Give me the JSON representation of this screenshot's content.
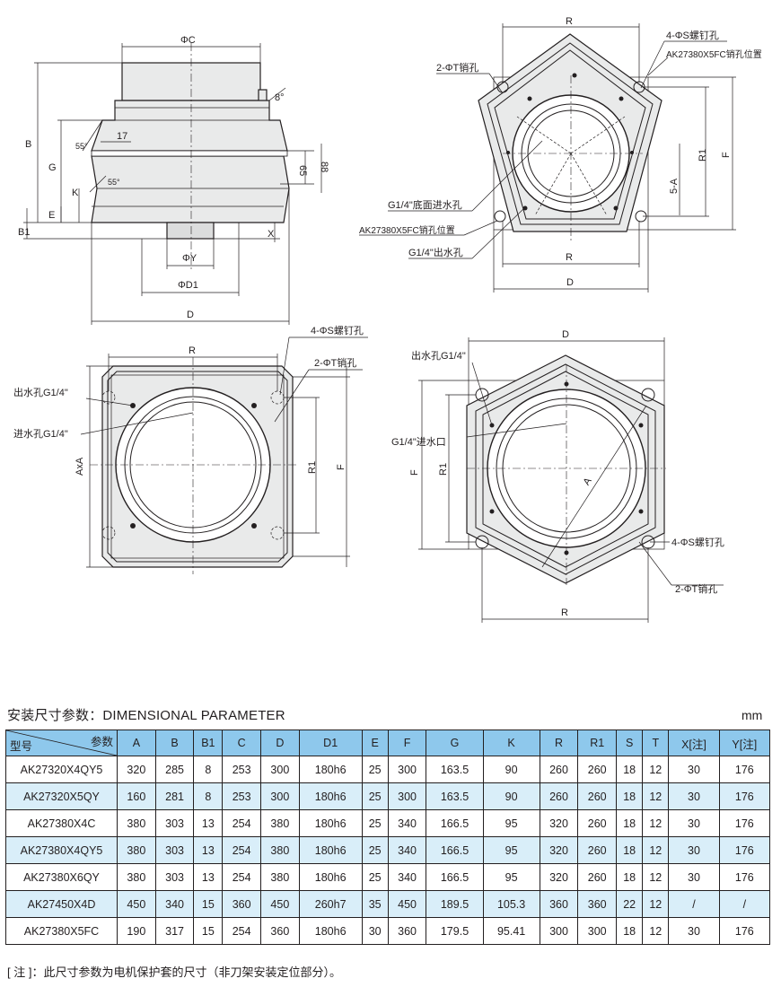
{
  "drawing_labels": {
    "side": {
      "phiC": "ΦC",
      "B": "B",
      "G": "G",
      "K": "K",
      "E": "E",
      "B1": "B1",
      "X": "X",
      "phiY": "ΦY",
      "phiD1": "ΦD1",
      "D": "D",
      "ang8": "8°",
      "ang55a": "55°",
      "ang55b": "55°",
      "d17": "17",
      "d65": "65",
      "d88": "88"
    },
    "pentagon": {
      "R_top": "R",
      "bolt": "4-ΦS螺钉孔",
      "pin_note": "AK27380X5FC销孔位置",
      "pin": "2-ΦT销孔",
      "R1": "R1",
      "F": "F",
      "fiveA": "5-A",
      "inlet": "G1/4\"底面进水孔",
      "pin_note2": "AK27380X5FC销孔位置",
      "outlet": "G1/4\"出水孔",
      "R_bottom": "R",
      "D": "D"
    },
    "square": {
      "R": "R",
      "bolt": "4-ΦS螺钉孔",
      "pin": "2-ΦT销孔",
      "outlet": "出水孔G1/4\"",
      "inlet": "进水孔G1/4\"",
      "AxA": "AxA",
      "R1": "R1",
      "F": "F"
    },
    "hexagon": {
      "D": "D",
      "outlet": "出水孔G1/4\"",
      "inlet": "G1/4\"进水口",
      "F": "F",
      "R1": "R1",
      "A": "A",
      "bolt": "4-ΦS螺钉孔",
      "pin": "2-ΦT销孔",
      "R": "R"
    }
  },
  "table": {
    "title": "安装尺寸参数：DIMENSIONAL PARAMETER",
    "unit": "mm",
    "corner_row_label": "型号",
    "corner_col_label": "参数",
    "headers": [
      "A",
      "B",
      "B1",
      "C",
      "D",
      "D1",
      "E",
      "F",
      "G",
      "K",
      "R",
      "R1",
      "S",
      "T",
      "X[注]",
      "Y[注]"
    ],
    "rows": [
      {
        "model": "AK27320X4QY5",
        "values": [
          "320",
          "285",
          "8",
          "253",
          "300",
          "180h6",
          "25",
          "300",
          "163.5",
          "90",
          "260",
          "260",
          "18",
          "12",
          "30",
          "176"
        ]
      },
      {
        "model": "AK27320X5QY",
        "values": [
          "160",
          "281",
          "8",
          "253",
          "300",
          "180h6",
          "25",
          "300",
          "163.5",
          "90",
          "260",
          "260",
          "18",
          "12",
          "30",
          "176"
        ]
      },
      {
        "model": "AK27380X4C",
        "values": [
          "380",
          "303",
          "13",
          "254",
          "380",
          "180h6",
          "25",
          "340",
          "166.5",
          "95",
          "320",
          "260",
          "18",
          "12",
          "30",
          "176"
        ]
      },
      {
        "model": "AK27380X4QY5",
        "values": [
          "380",
          "303",
          "13",
          "254",
          "380",
          "180h6",
          "25",
          "340",
          "166.5",
          "95",
          "320",
          "260",
          "18",
          "12",
          "30",
          "176"
        ]
      },
      {
        "model": "AK27380X6QY",
        "values": [
          "380",
          "303",
          "13",
          "254",
          "380",
          "180h6",
          "25",
          "340",
          "166.5",
          "95",
          "320",
          "260",
          "18",
          "12",
          "30",
          "176"
        ]
      },
      {
        "model": "AK27450X4D",
        "values": [
          "450",
          "340",
          "15",
          "360",
          "450",
          "260h7",
          "35",
          "450",
          "189.5",
          "105.3",
          "360",
          "360",
          "22",
          "12",
          "/",
          "/"
        ]
      },
      {
        "model": "AK27380X5FC",
        "values": [
          "190",
          "317",
          "15",
          "254",
          "360",
          "180h6",
          "30",
          "360",
          "179.5",
          "95.41",
          "300",
          "300",
          "18",
          "12",
          "30",
          "176"
        ]
      }
    ],
    "footnote": "[ 注 ]：此尺寸参数为电机保护套的尺寸（非刀架安装定位部分）。"
  }
}
